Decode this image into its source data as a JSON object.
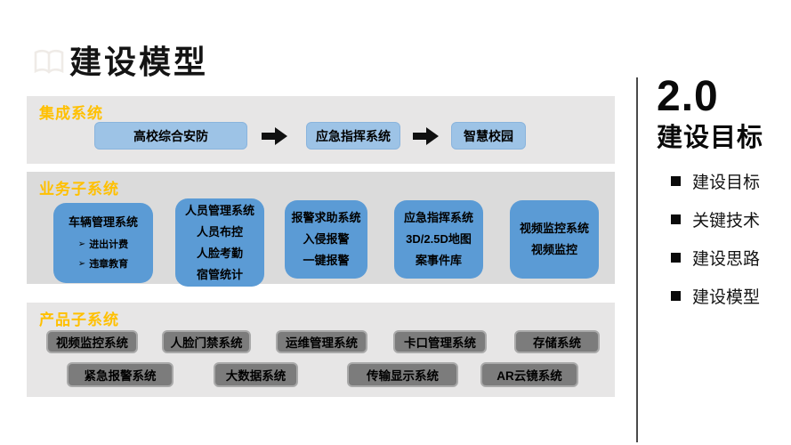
{
  "slide": {
    "title": "建设模型",
    "colors": {
      "accent_yellow": "#FFC000",
      "light_blue": "#9DC3E6",
      "mid_blue": "#5B9BD5",
      "box_gray": "#7C7C7C",
      "panel_gray": "#E7E6E6",
      "panel_gray_dark": "#DBDBDB"
    }
  },
  "sections": {
    "integration": {
      "label": "集成系统",
      "boxes": [
        "高校综合安防",
        "应急指挥系统",
        "智慧校园"
      ]
    },
    "business": {
      "label": "业务子系统",
      "bullet_marker": "➢",
      "vehicle_box": {
        "title": "车辆管理系统",
        "items": [
          "进出计费",
          "违章教育"
        ]
      },
      "boxes": [
        {
          "lines": [
            "人员管理系统",
            "人员布控",
            "人脸考勤",
            "宿管统计"
          ]
        },
        {
          "lines": [
            "报警求助系统",
            "入侵报警",
            "一键报警"
          ]
        },
        {
          "lines": [
            "应急指挥系统",
            "3D/2.5D地图",
            "案事件库"
          ]
        },
        {
          "lines": [
            "视频监控系统",
            "视频监控"
          ]
        }
      ]
    },
    "product": {
      "label": "产品子系统",
      "row1": [
        "视频监控系统",
        "人脸门禁系统",
        "运维管理系统",
        "卡口管理系统",
        "存储系统"
      ],
      "row2": [
        "紧急报警系统",
        "大数据系统",
        "传输显示系统",
        "AR云镜系统"
      ]
    }
  },
  "sidebar": {
    "version": "2.0",
    "heading": "建设目标",
    "items": [
      {
        "label": "建设目标"
      },
      {
        "label": "关键技术"
      },
      {
        "label": "建设思路"
      },
      {
        "label": "建设模型"
      }
    ]
  }
}
